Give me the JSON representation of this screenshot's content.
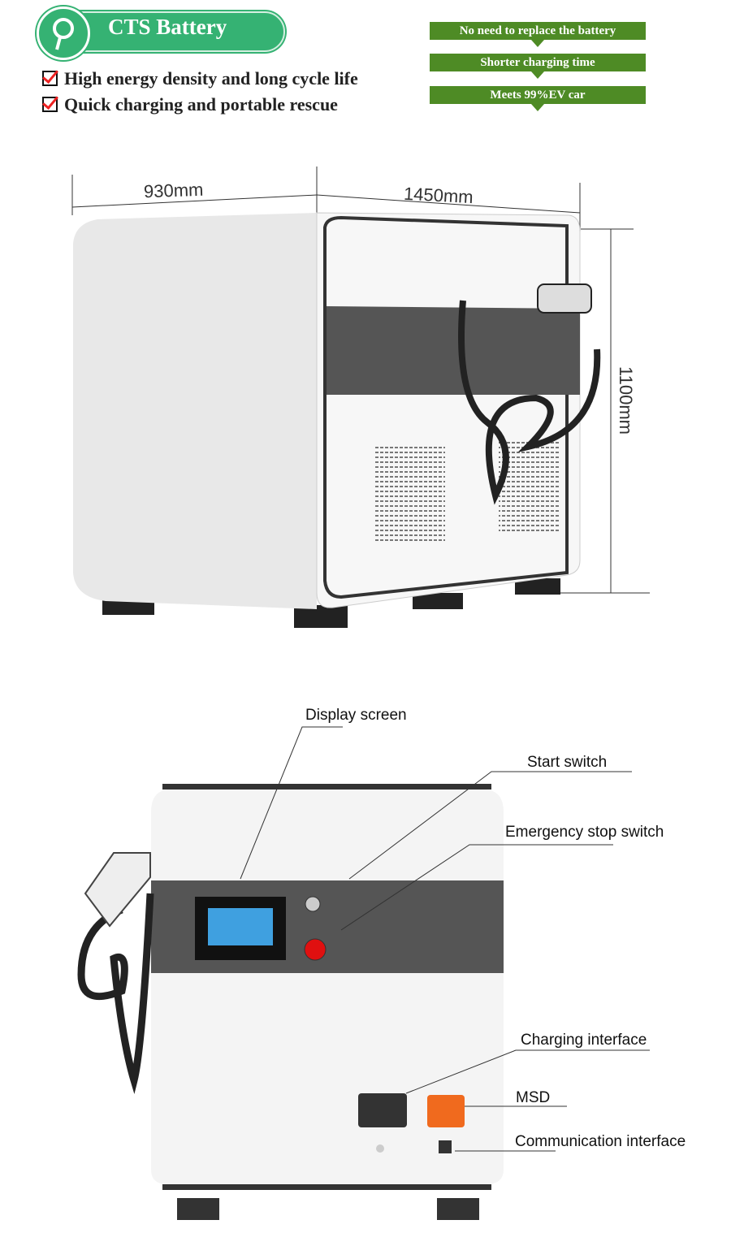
{
  "header": {
    "title": "CTS Battery",
    "icon": "magnifier-icon",
    "brand_color": "#35b273"
  },
  "features": [
    "High energy density and long cycle life",
    "Quick charging and portable rescue"
  ],
  "flow": {
    "color": "#4e8b25",
    "steps": [
      "No need to replace the battery",
      "Shorter charging time",
      "Meets 99%EV car"
    ]
  },
  "dimensions": {
    "width": "930mm",
    "length": "1450mm",
    "height": "1100mm"
  },
  "callouts": {
    "display": "Display screen",
    "start": "Start switch",
    "estop": "Emergency stop switch",
    "charging": "Charging interface",
    "msd": "MSD",
    "comm": "Communication interface"
  }
}
